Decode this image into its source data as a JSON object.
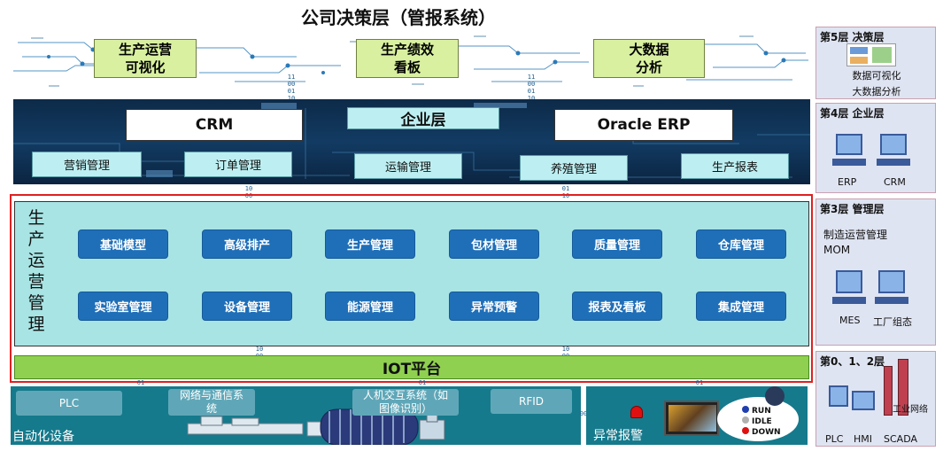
{
  "title": "公司决策层（管报系统）",
  "decision": {
    "boxes": [
      "生产运营\n可视化",
      "生产绩效\n看板",
      "大数据\n分析"
    ],
    "bits_a": [
      "11",
      "00",
      "01",
      "10"
    ],
    "bits_b": [
      "11",
      "00",
      "01",
      "10"
    ]
  },
  "enterprise": {
    "crm": "CRM",
    "erp": "Oracle ERP",
    "label": "企业层",
    "modules": [
      "营销管理",
      "订单管理",
      "运输管理",
      "养殖管理",
      "生产报表"
    ],
    "bits_a": [
      "10",
      "00"
    ],
    "bits_b": [
      "01",
      "10"
    ]
  },
  "management": {
    "vertical_label": "生产运营管理",
    "row1": [
      "基础模型",
      "高级排产",
      "生产管理",
      "包材管理",
      "质量管理",
      "仓库管理"
    ],
    "row2": [
      "实验室管理",
      "设备管理",
      "能源管理",
      "异常预警",
      "报表及看板",
      "集成管理"
    ],
    "bits_a": [
      "10",
      "00"
    ],
    "bits_b": [
      "10",
      "00"
    ]
  },
  "iot": {
    "label": "IOT平台",
    "bits": [
      "01",
      "01",
      "01"
    ]
  },
  "automation": {
    "label": "自动化设备",
    "plc": "PLC",
    "network": "网络与通信系\n统",
    "hmi": "人机交互系统（如\n图像识别）",
    "rfid": "RFID"
  },
  "alarm": {
    "label": "异常报警",
    "states": [
      "RUN",
      "IDLE",
      "DOWN"
    ],
    "colors": {
      "run": "#1f3fb0",
      "idle": "#b0b0b0",
      "down": "#e01010"
    },
    "side_bits": "00"
  },
  "sidebar": {
    "layer5": {
      "title": "第5层 决策层",
      "lines": [
        "数据可视化",
        "大数据分析"
      ]
    },
    "layer4": {
      "title": "第4层 企业层",
      "labels": [
        "ERP",
        "CRM"
      ]
    },
    "layer3": {
      "title": "第3层 管理层",
      "desc": "制造运营管理\nMOM",
      "labels": [
        "MES",
        "工厂组态"
      ]
    },
    "layer0": {
      "title": "第0、1、2层",
      "labels": [
        "PLC",
        "HMI",
        "SCADA"
      ],
      "network": "工业网络"
    }
  }
}
